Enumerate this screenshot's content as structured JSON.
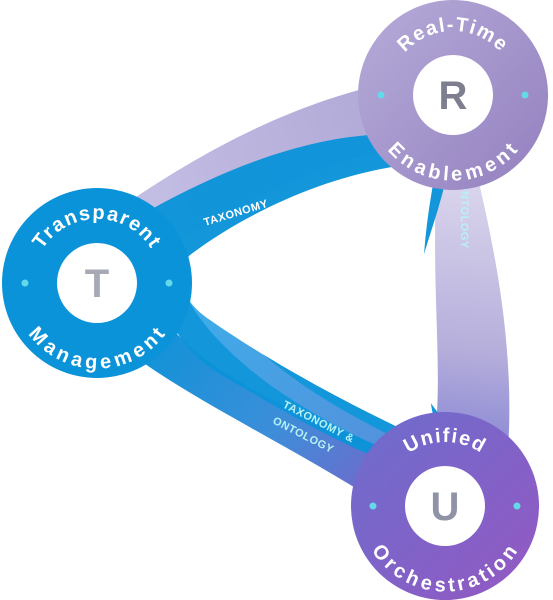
{
  "nodes": {
    "transparent": {
      "top": "Transparent",
      "bottom": "Management",
      "letter": "T",
      "color": "#0a93d8",
      "letter_color": "#a7aab5"
    },
    "realtime": {
      "top": "Real-Time",
      "bottom": "Enablement",
      "letter": "R",
      "color": "#a493c9",
      "letter_color": "#7d7f8e"
    },
    "unified": {
      "top": "Unified",
      "bottom": "Orchestration",
      "letter": "U",
      "color": "#8a63c7",
      "letter_color": "#8f93a6"
    }
  },
  "edges": {
    "top": {
      "label": "TAXONOMY",
      "color": "#ffffff"
    },
    "right": {
      "label": "ONTOLOGY",
      "color": "#b6f2f4"
    },
    "bottom": {
      "line1": "TAXONOMY &",
      "line2": "ONTOLOGY",
      "color": "#b6f2f4"
    }
  },
  "colors": {
    "blue": "#0a93d8",
    "lavender": "#c9c1e2",
    "purple": "#8a63c7",
    "dot": "#63d9ea"
  }
}
